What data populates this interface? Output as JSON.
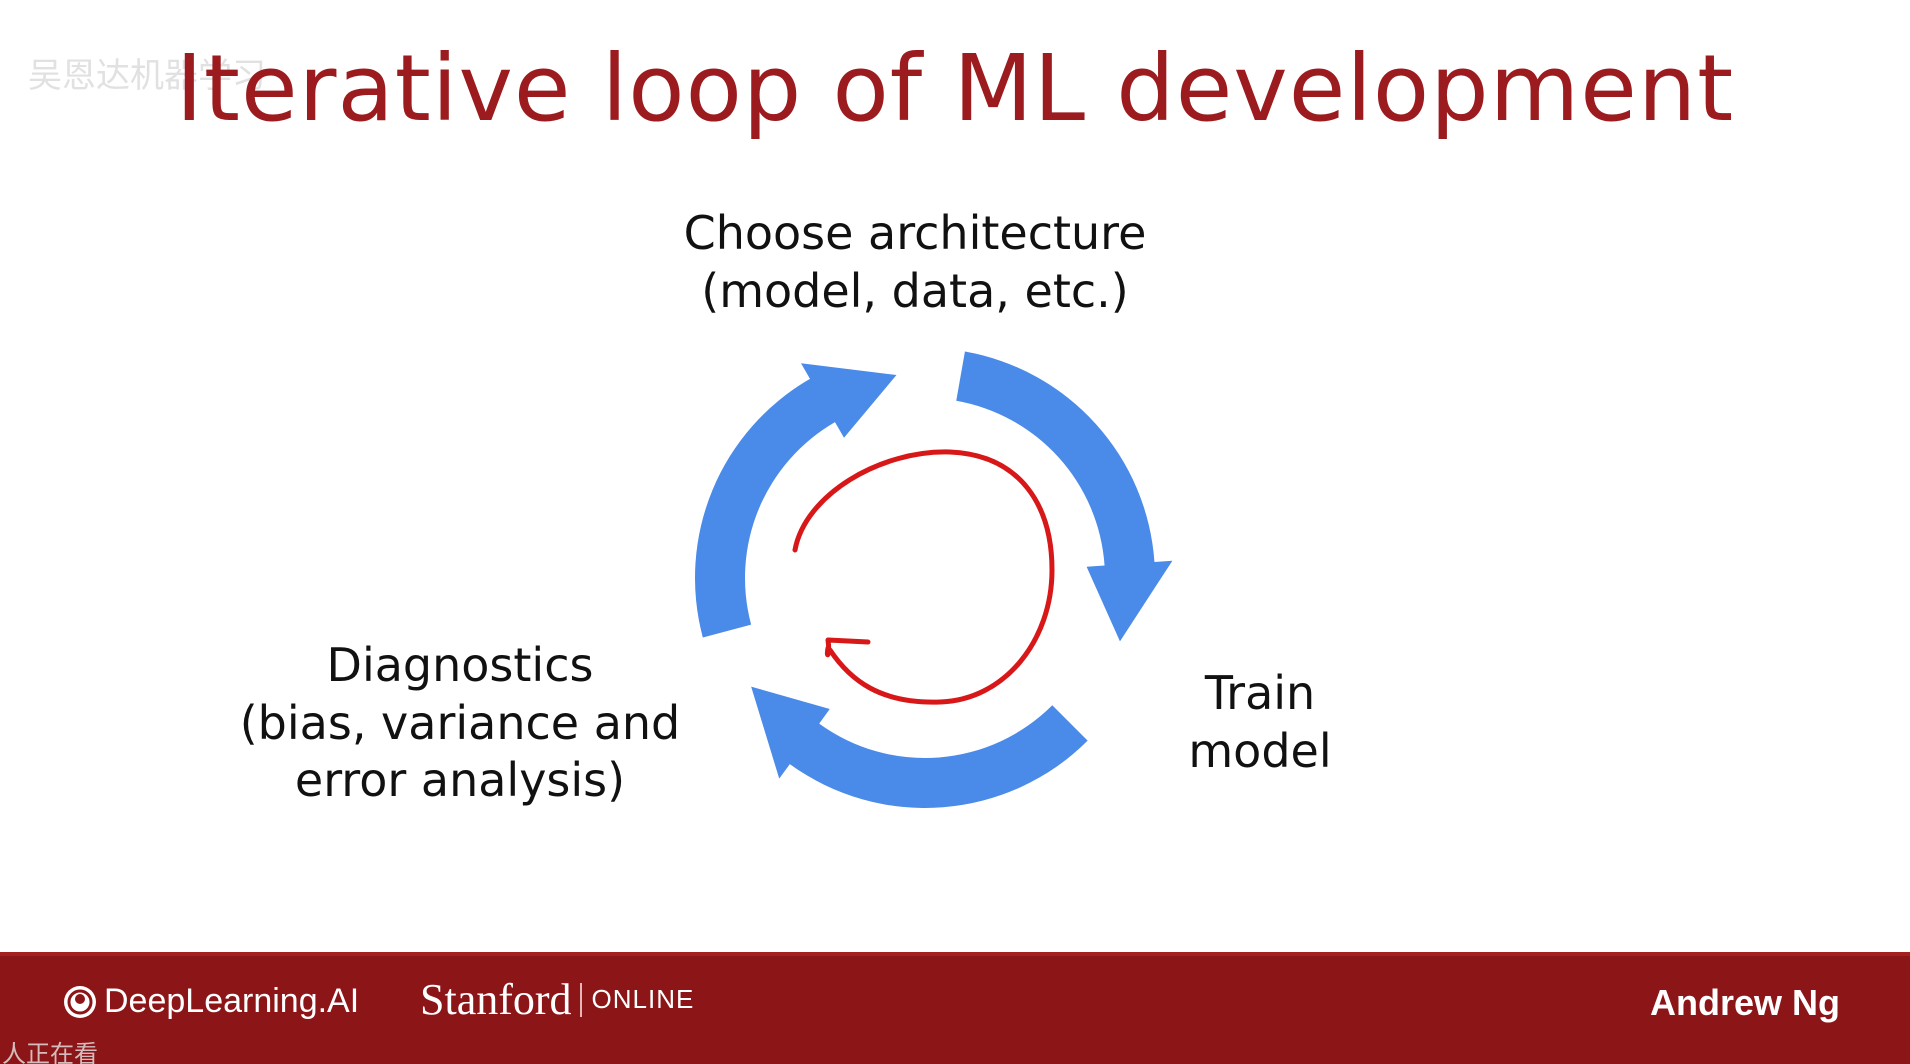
{
  "slide": {
    "title": "Iterative loop of ML development",
    "nodes": {
      "top": [
        "Choose architecture",
        "(model, data, etc.)"
      ],
      "right": [
        "Train",
        "model"
      ],
      "left": [
        "Diagnostics",
        "(bias, variance and",
        "error analysis)"
      ]
    }
  },
  "footer": {
    "deeplearning": "DeepLearning.AI",
    "stanford": "Stanford",
    "online": "ONLINE",
    "author": "Andrew Ng"
  },
  "overlay": {
    "watermark": "吴恩达机器学习",
    "caption": "人正在看"
  },
  "colors": {
    "title": "#9b1b1f",
    "footer": "#8c1518",
    "cycle_arrows": "#4a8ae8",
    "annotation": "#d81818"
  },
  "icons": [
    "deeplearning-logo-icon"
  ]
}
